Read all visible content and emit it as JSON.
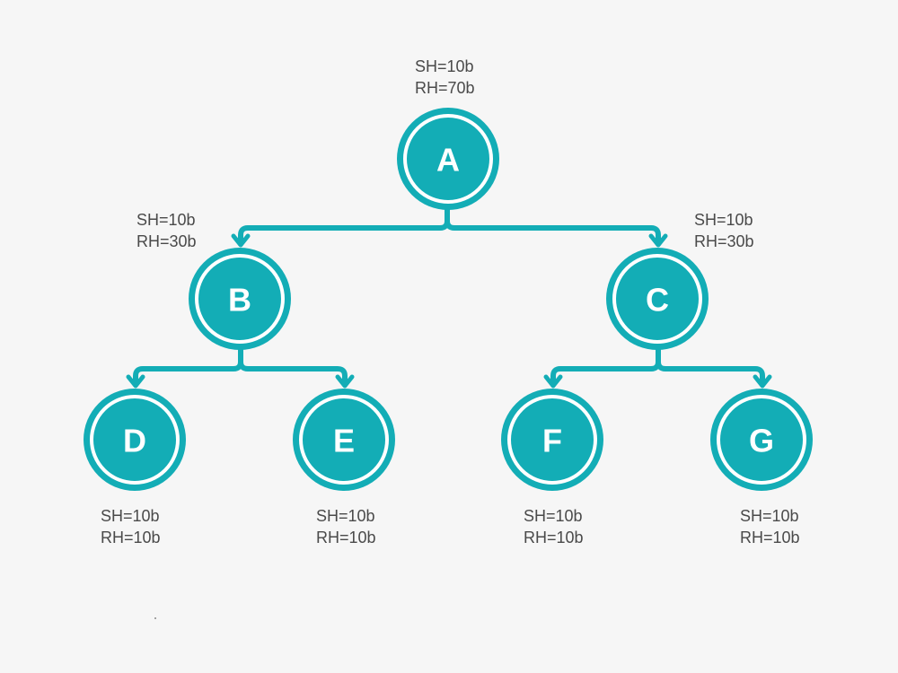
{
  "colors": {
    "node_fill": "#13adb6",
    "node_ring": "#ffffff",
    "edge": "#13adb6",
    "label_text": "#4a4a4a",
    "background": "#f6f6f6"
  },
  "nodes": {
    "A": {
      "letter": "A",
      "sh": "SH=10b",
      "rh": "RH=70b"
    },
    "B": {
      "letter": "B",
      "sh": "SH=10b",
      "rh": "RH=30b"
    },
    "C": {
      "letter": "C",
      "sh": "SH=10b",
      "rh": "RH=30b"
    },
    "D": {
      "letter": "D",
      "sh": "SH=10b",
      "rh": "RH=10b"
    },
    "E": {
      "letter": "E",
      "sh": "SH=10b",
      "rh": "RH=10b"
    },
    "F": {
      "letter": "F",
      "sh": "SH=10b",
      "rh": "RH=10b"
    },
    "G": {
      "letter": "G",
      "sh": "SH=10b",
      "rh": "RH=10b"
    }
  },
  "edges": [
    {
      "from": "A",
      "to": "B"
    },
    {
      "from": "A",
      "to": "C"
    },
    {
      "from": "B",
      "to": "D"
    },
    {
      "from": "B",
      "to": "E"
    },
    {
      "from": "C",
      "to": "F"
    },
    {
      "from": "C",
      "to": "G"
    }
  ]
}
